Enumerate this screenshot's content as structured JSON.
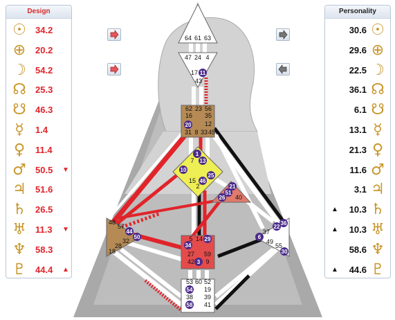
{
  "design": {
    "title": "Design",
    "rows": [
      {
        "planet": "sun",
        "glyph": "☉",
        "value": "34.2",
        "mark": ""
      },
      {
        "planet": "earth",
        "glyph": "⊕",
        "value": "20.2",
        "mark": ""
      },
      {
        "planet": "moon",
        "glyph": "☽",
        "value": "54.2",
        "mark": ""
      },
      {
        "planet": "north-node",
        "glyph": "☊",
        "value": "25.3",
        "mark": ""
      },
      {
        "planet": "south-node",
        "glyph": "☋",
        "value": "46.3",
        "mark": ""
      },
      {
        "planet": "mercury",
        "glyph": "☿",
        "value": "1.4",
        "mark": ""
      },
      {
        "planet": "venus",
        "glyph": "♀",
        "value": "11.4",
        "mark": ""
      },
      {
        "planet": "mars",
        "glyph": "♂",
        "value": "50.5",
        "mark": "▼"
      },
      {
        "planet": "jupiter",
        "glyph": "♃",
        "value": "51.6",
        "mark": ""
      },
      {
        "planet": "saturn",
        "glyph": "♄",
        "value": "26.5",
        "mark": ""
      },
      {
        "planet": "uranus",
        "glyph": "♅",
        "value": "11.3",
        "mark": "▼"
      },
      {
        "planet": "neptune",
        "glyph": "♆",
        "value": "58.3",
        "mark": ""
      },
      {
        "planet": "pluto",
        "glyph": "♇",
        "value": "44.4",
        "mark": "▲"
      }
    ]
  },
  "personality": {
    "title": "Personality",
    "rows": [
      {
        "planet": "sun",
        "glyph": "☉",
        "value": "30.6",
        "mark": ""
      },
      {
        "planet": "earth",
        "glyph": "⊕",
        "value": "29.6",
        "mark": ""
      },
      {
        "planet": "moon",
        "glyph": "☽",
        "value": "22.5",
        "mark": ""
      },
      {
        "planet": "north-node",
        "glyph": "☊",
        "value": "36.1",
        "mark": ""
      },
      {
        "planet": "south-node",
        "glyph": "☋",
        "value": "6.1",
        "mark": ""
      },
      {
        "planet": "mercury",
        "glyph": "☿",
        "value": "13.1",
        "mark": ""
      },
      {
        "planet": "venus",
        "glyph": "♀",
        "value": "21.3",
        "mark": ""
      },
      {
        "planet": "mars",
        "glyph": "♂",
        "value": "11.6",
        "mark": ""
      },
      {
        "planet": "jupiter",
        "glyph": "♃",
        "value": "3.1",
        "mark": ""
      },
      {
        "planet": "saturn",
        "glyph": "♄",
        "value": "10.3",
        "mark": "▲"
      },
      {
        "planet": "uranus",
        "glyph": "♅",
        "value": "10.3",
        "mark": "▲"
      },
      {
        "planet": "neptune",
        "glyph": "♆",
        "value": "58.6",
        "mark": ""
      },
      {
        "planet": "pluto",
        "glyph": "♇",
        "value": "44.6",
        "mark": "▲"
      }
    ]
  },
  "colors": {
    "design_red": "#e0242a",
    "glyph_gold": "#c8962a",
    "badge_purple": "#4b2a8a",
    "channel_red": "#e0242a",
    "channel_black": "#111111"
  },
  "centers": {
    "head": {
      "gates": [
        "64",
        "61",
        "63"
      ]
    },
    "ajna": {
      "gates": [
        "47",
        "24",
        "4",
        "17",
        "11",
        "43"
      ]
    },
    "throat": {
      "gates": [
        "62",
        "23",
        "56",
        "16",
        "35",
        "12",
        "20",
        "31",
        "8",
        "33",
        "45"
      ]
    },
    "g": {
      "gates": [
        "1",
        "13",
        "7",
        "10",
        "25",
        "15",
        "46",
        "2"
      ]
    },
    "heart": {
      "gates": [
        "21",
        "51",
        "26",
        "40"
      ]
    },
    "spleen": {
      "gates": [
        "48",
        "57",
        "44",
        "50",
        "32",
        "28",
        "18"
      ]
    },
    "sacral": {
      "gates": [
        "5",
        "14",
        "29",
        "34",
        "27",
        "59",
        "42",
        "3",
        "9"
      ]
    },
    "solar_plexus": {
      "gates": [
        "36",
        "22",
        "37",
        "6",
        "49",
        "55",
        "30"
      ]
    },
    "root": {
      "gates": [
        "53",
        "60",
        "52",
        "54",
        "19",
        "38",
        "39",
        "58",
        "41"
      ]
    }
  }
}
